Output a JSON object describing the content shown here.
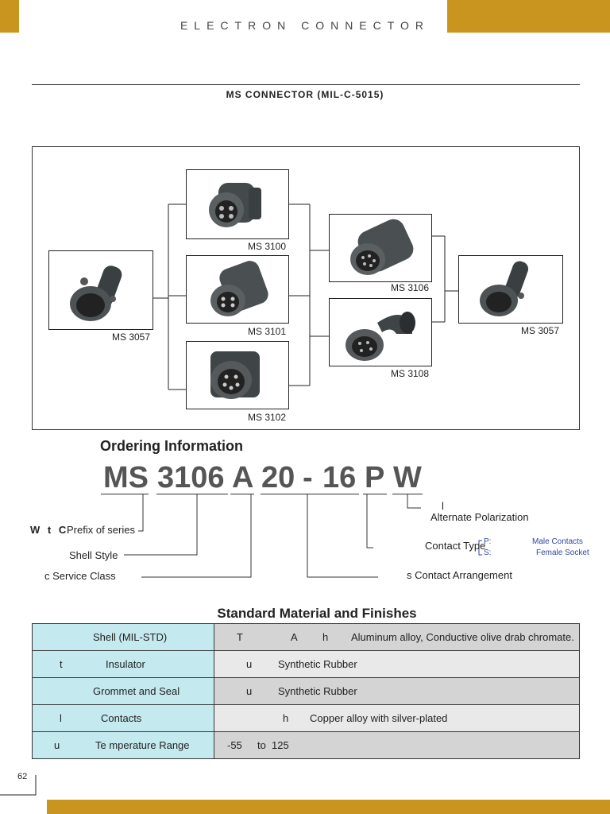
{
  "header": {
    "title": "ELECTRON CONNECTOR"
  },
  "section": {
    "title": "MS CONNECTOR (MIL-C-5015)"
  },
  "diagram": {
    "labels": {
      "ms3057_left": "MS 3057",
      "ms3100": "MS 3100",
      "ms3101": "MS 3101",
      "ms3102": "MS 3102",
      "ms3106": "MS 3106",
      "ms3108": "MS 3108",
      "ms3057_right": "MS 3057"
    }
  },
  "ordering": {
    "title": "Ordering Information",
    "code": {
      "ms": "MS",
      "series": "3106",
      "cls": "A",
      "size": "20",
      "dash": "-",
      "arr": "16",
      "type": "P",
      "pol": "W"
    },
    "labels": {
      "prefix_pre": "W t C",
      "prefix": "Prefix of series",
      "shell_style": "Shell Style",
      "service_class": "c Service Class",
      "alt_pol_mark": "l",
      "alt_pol": "Alternate Polarization",
      "contact_type": "Contact Type",
      "contact_p": "P:",
      "contact_s": "S:",
      "male": "Male Contacts",
      "female": "Female Socket",
      "contact_arr": "s  Contact Arrangement"
    }
  },
  "materials": {
    "title": "Standard Material and Finishes",
    "rows": [
      {
        "c1a": "",
        "c1b": "Shell (MIL-STD)",
        "c2a": "T",
        "c2b": "A",
        "c2c": "h",
        "c2d": "Aluminum alloy, Conductive olive drab chromate."
      },
      {
        "c1a": "t",
        "c1b": "Insulator",
        "c2a": "",
        "c2b": "u",
        "c2c": "",
        "c2d": "Synthetic Rubber"
      },
      {
        "c1a": "",
        "c1b": "Grommet and Seal",
        "c2a": "",
        "c2b": "u",
        "c2c": "",
        "c2d": "Synthetic Rubber"
      },
      {
        "c1a": "l",
        "c1b": "Contacts",
        "c2a": "",
        "c2b": "",
        "c2c": "h",
        "c2d": "Copper alloy with silver-plated"
      },
      {
        "c1a": "u",
        "c1b": "Te mperature Range",
        "c2a": "-55",
        "c2b": "to",
        "c2c": "125",
        "c2d": ""
      }
    ]
  },
  "footer": {
    "page": "62"
  },
  "colors": {
    "accent": "#c9951e",
    "table_left": "#c4e9ef",
    "table_dark": "#d4d4d4",
    "table_light": "#e9e9e9"
  }
}
